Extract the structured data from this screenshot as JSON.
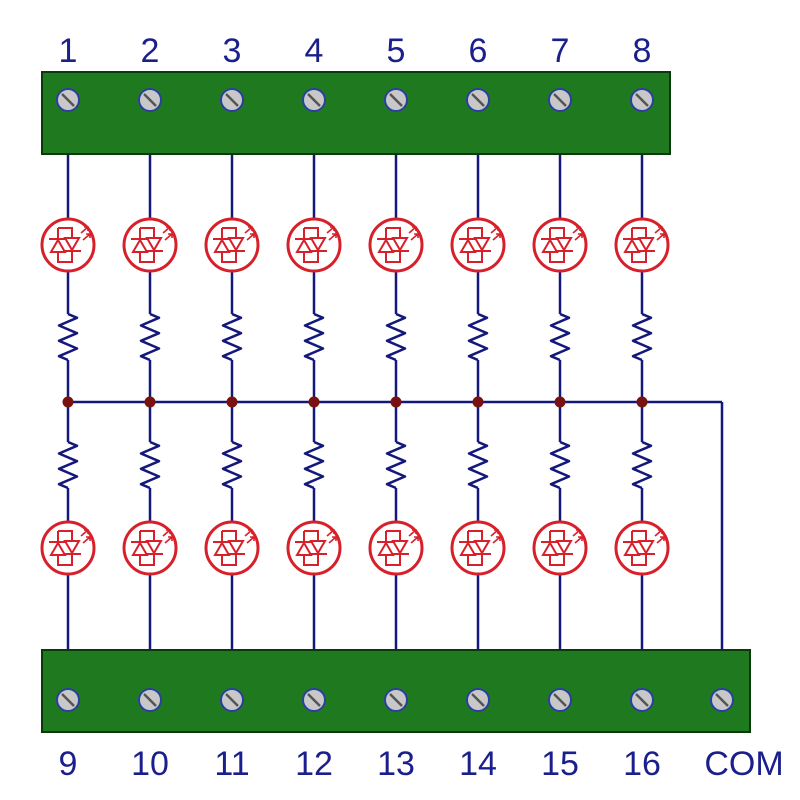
{
  "top_terminals": [
    {
      "label": "1"
    },
    {
      "label": "2"
    },
    {
      "label": "3"
    },
    {
      "label": "4"
    },
    {
      "label": "5"
    },
    {
      "label": "6"
    },
    {
      "label": "7"
    },
    {
      "label": "8"
    }
  ],
  "bottom_terminals": [
    {
      "label": "9"
    },
    {
      "label": "10"
    },
    {
      "label": "11"
    },
    {
      "label": "12"
    },
    {
      "label": "13"
    },
    {
      "label": "14"
    },
    {
      "label": "15"
    },
    {
      "label": "16"
    },
    {
      "label": "COM"
    }
  ],
  "colors": {
    "board": "#1f7a1f",
    "board_border": "#0a3a0a",
    "wire": "#14187a",
    "led": "#d8202a",
    "node": "#7a1010",
    "screw_fill": "#c8c8c8",
    "screw_outline": "#2a3fa0",
    "label": "#1a1f8c"
  },
  "icons": {
    "terminal_screw": "screw-icon",
    "led": "led-icon",
    "resistor": "resistor-icon",
    "junction": "junction-dot"
  }
}
